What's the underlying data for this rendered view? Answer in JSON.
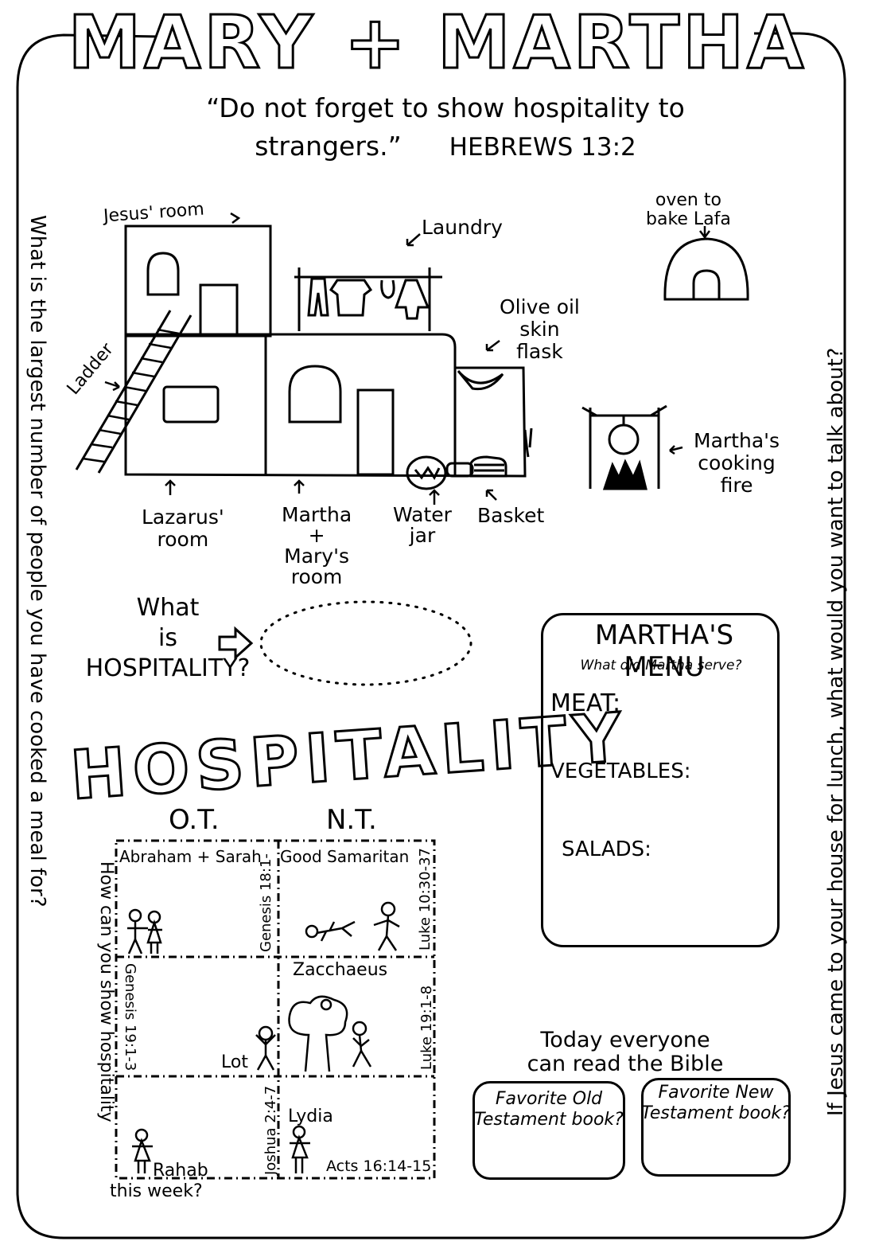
{
  "title": "MARY + MARTHA",
  "quote": {
    "line1": "“Do not forget to show hospitality to",
    "line2": "strangers.”",
    "reference": "HEBREWS 13:2"
  },
  "side_questions": {
    "left": "What is the largest number of people you have cooked a meal for?",
    "right": "If Jesus came to your house for lunch, what would you want to talk about?"
  },
  "house_labels": {
    "jesus_room": "Jesus' room",
    "laundry": "Laundry",
    "oven_line1": "oven to",
    "oven_line2": "bake Lafa",
    "olive_line1": "Olive oil",
    "olive_line2": "skin",
    "olive_line3": "flask",
    "ladder": "Ladder",
    "cooking_line1": "Martha's",
    "cooking_line2": "cooking",
    "cooking_line3": "fire",
    "lazarus_line1": "Lazarus'",
    "lazarus_line2": "room",
    "mm_line1": "Martha",
    "mm_line2": "+",
    "mm_line3": "Mary's",
    "mm_line4": "room",
    "water_line1": "Water",
    "water_line2": "jar",
    "basket": "Basket"
  },
  "what_is": {
    "line1": "What",
    "line2": "is",
    "line3": "HOSPITALITY?"
  },
  "hospitality_banner": "HOSPITALITY",
  "grid": {
    "ot_label": "O.T.",
    "nt_label": "N.T.",
    "side_question_line1": "How can you show hospitality",
    "side_question_line2": "this week?",
    "cells": {
      "abraham": "Abraham + Sarah",
      "abraham_ref": "Genesis 18:1-",
      "samaritan": "Good Samaritan",
      "samaritan_ref": "Luke 10:30-37",
      "lot": "Lot",
      "lot_ref": "Genesis 19:1-3",
      "zacchaeus": "Zacchaeus",
      "zacchaeus_ref": "Luke 19:1-8",
      "rahab": "Rahab",
      "rahab_ref": "Joshua 2:4-7",
      "lydia": "Lydia",
      "lydia_ref": "Acts 16:14-15"
    }
  },
  "menu": {
    "title": "MARTHA'S MENU",
    "subtitle": "What did Martha serve?",
    "meat": "MEAT:",
    "vegetables": "VEGETABLES:",
    "salads": "SALADS:"
  },
  "bible": {
    "line1": "Today everyone",
    "line2": "can read the Bible",
    "ot_box_line1": "Favorite Old",
    "ot_box_line2": "Testament book?",
    "nt_box_line1": "Favorite New",
    "nt_box_line2": "Testament book?"
  }
}
